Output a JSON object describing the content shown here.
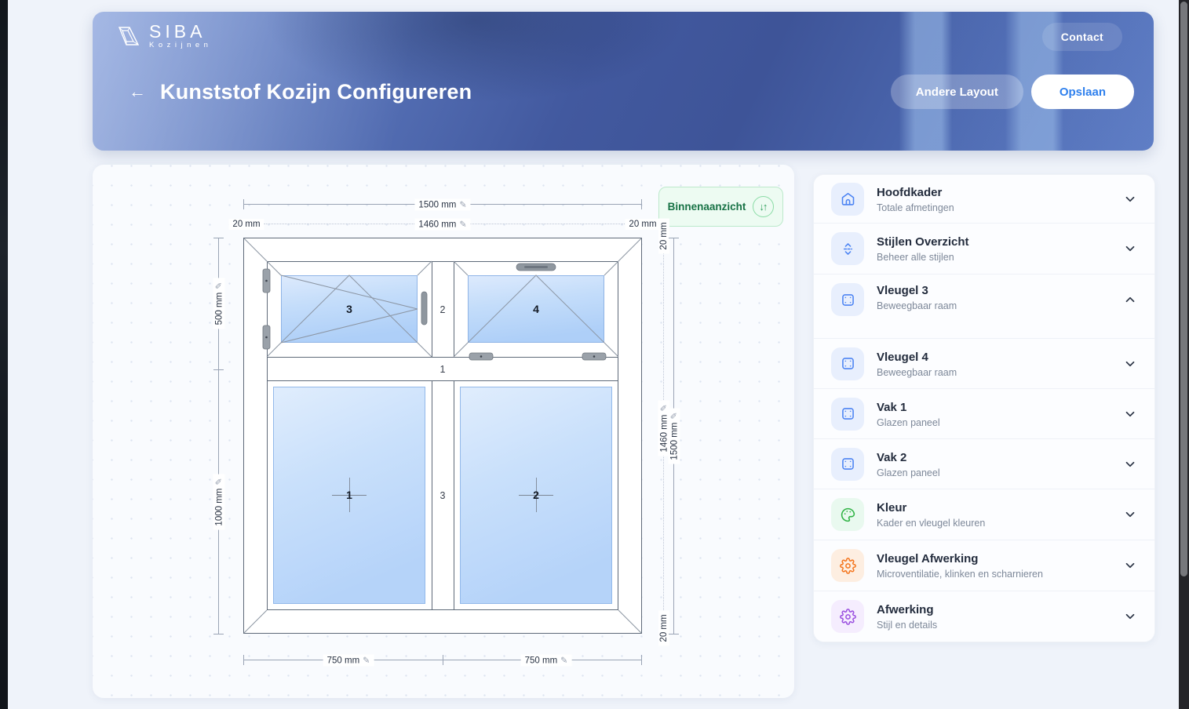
{
  "header": {
    "logo": {
      "name": "SIBA",
      "tagline": "Kozijnen"
    },
    "contact_label": "Contact",
    "title": "Kunststof Kozijn Configureren",
    "actions": {
      "alt_layout": "Andere Layout",
      "save": "Opslaan"
    }
  },
  "icons": {
    "back_arrow": "←",
    "edit_pencil": "✎",
    "swap_arrows": "↓↑"
  },
  "canvas": {
    "view_badge": "Binnenaanzicht",
    "dimensions": {
      "width_total": "1500 mm",
      "width_inner": "1460 mm",
      "offset_top_left": "20 mm",
      "offset_top_right": "20 mm",
      "height_upper": "500 mm",
      "height_lower": "1000 mm",
      "height_inner": "1460 mm",
      "height_total": "1500 mm",
      "offset_right_top": "20 mm",
      "offset_right_bottom": "20 mm",
      "width_bottom_left": "750 mm",
      "width_bottom_right": "750 mm"
    },
    "drawing": {
      "sash3_label": "3",
      "sash4_label": "4",
      "pane1_label": "1",
      "pane2_label": "2",
      "mullion_top_label": "2",
      "transom_label": "1",
      "mullion_bottom_label": "3"
    }
  },
  "sidebar": {
    "items": [
      {
        "title": "Hoofdkader",
        "subtitle": "Totale afmetingen",
        "icon": "home-icon",
        "expanded": false
      },
      {
        "title": "Stijlen Overzicht",
        "subtitle": "Beheer alle stijlen",
        "icon": "unfold-vertical-icon",
        "expanded": false
      },
      {
        "title": "Vleugel 3",
        "subtitle": "Beweegbaar raam",
        "icon": "frame-icon",
        "expanded": true
      },
      {
        "title": "Vleugel 4",
        "subtitle": "Beweegbaar raam",
        "icon": "frame-icon",
        "expanded": false
      },
      {
        "title": "Vak 1",
        "subtitle": "Glazen paneel",
        "icon": "frame-icon",
        "expanded": false
      },
      {
        "title": "Vak 2",
        "subtitle": "Glazen paneel",
        "icon": "frame-icon",
        "expanded": false
      },
      {
        "title": "Kleur",
        "subtitle": "Kader en vleugel kleuren",
        "icon": "palette-icon",
        "expanded": false
      },
      {
        "title": "Vleugel Afwerking",
        "subtitle": "Microventilatie, klinken en scharnieren",
        "icon": "gear-icon",
        "expanded": false
      },
      {
        "title": "Afwerking",
        "subtitle": "Stijl en details",
        "icon": "gear-icon",
        "expanded": false
      }
    ]
  },
  "colors": {
    "accent_blue": "#2F80ED",
    "badge_green_text": "#177245",
    "icon_blue": "#4C84F3",
    "icon_green": "#2FB344",
    "icon_orange": "#F4761F",
    "icon_purple": "#9B51E0",
    "glass_blue": "#BCD8FA"
  }
}
